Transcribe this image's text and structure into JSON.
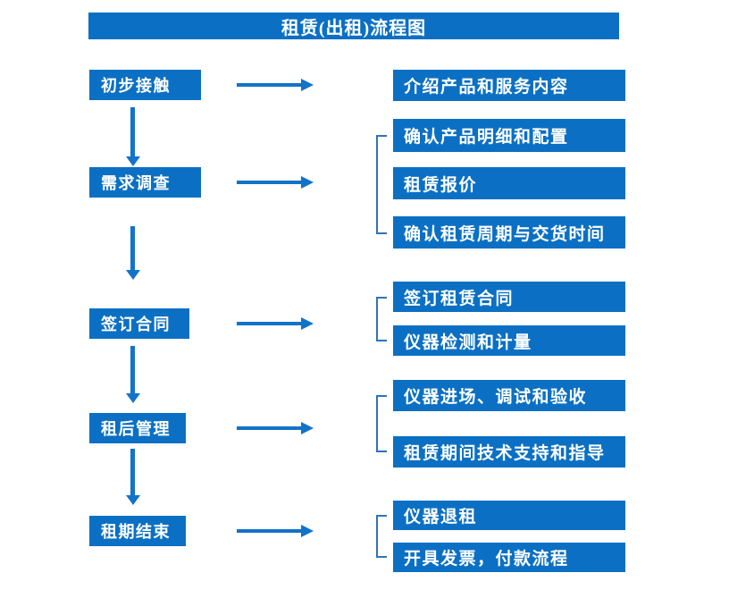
{
  "title": "租赁(出租)流程图",
  "colors": {
    "box_blue": "#0b70c4",
    "arrow_blue": "#1273c8",
    "bracket_blue": "#2e74b8",
    "text_white": "#ffffff",
    "background": "#ffffff"
  },
  "stages": [
    {
      "label": "初步接触",
      "outputs": [
        "介绍产品和服务内容"
      ]
    },
    {
      "label": "需求调查",
      "outputs": [
        "确认产品明细和配置",
        "租赁报价",
        "确认租赁周期与交货时间"
      ]
    },
    {
      "label": "签订合同",
      "outputs": [
        "签订租赁合同",
        "仪器检测和计量"
      ]
    },
    {
      "label": "租后管理",
      "outputs": [
        "仪器进场、调试和验收",
        "租赁期间技术支持和指导"
      ]
    },
    {
      "label": "租期结束",
      "outputs": [
        "仪器退租",
        "开具发票，付款流程"
      ]
    }
  ]
}
